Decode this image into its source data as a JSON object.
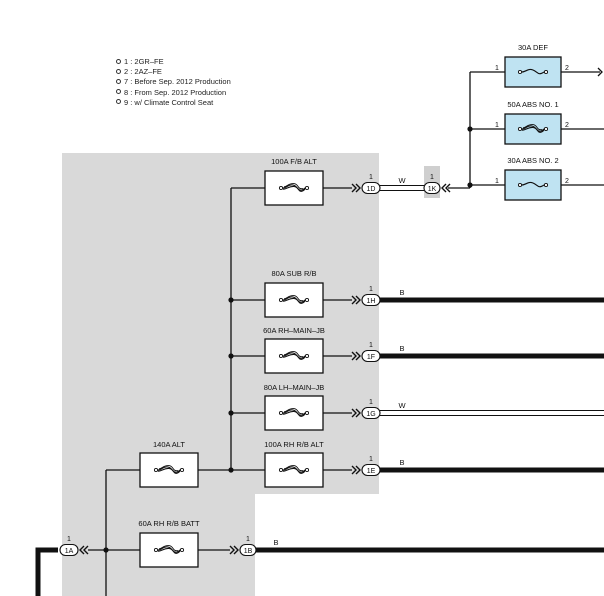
{
  "notes": [
    "1 : 2GR–FE",
    "2 : 2AZ–FE",
    "7 : Before Sep.  2012 Production",
    "8 : From Sep.  2012 Production",
    "9 : w/ Climate Control Seat"
  ],
  "fuses": {
    "fb_alt": "100A F/B ALT",
    "sub_rb": "80A SUB R/B",
    "rh_main_jb": "60A RH–MAIN–JB",
    "lh_main_jb": "80A LH–MAIN–JB",
    "rh_rb_alt": "100A RH R/B ALT",
    "alt_140": "140A ALT",
    "rh_rb_batt": "60A RH R/B BATT",
    "def": "30A DEF",
    "abs1": "50A ABS NO. 1",
    "abs2": "30A ABS NO. 2"
  },
  "connectors": {
    "c1D": "1D",
    "c1H": "1H",
    "c1F": "1F",
    "c1G": "1G",
    "c1E": "1E",
    "c1B": "1B",
    "c1A": "1A",
    "c1K": "1K"
  },
  "pins": {
    "one": "1",
    "two": "2"
  },
  "wires": {
    "w_fb": "W",
    "w_sub": "B",
    "w_rh": "B",
    "w_lh": "W",
    "w_rhalt": "B",
    "w_batt": "B"
  },
  "colors": {
    "shade": "#d9d9d9",
    "relay_fill": "#bfe3f2",
    "line": "#111111"
  }
}
